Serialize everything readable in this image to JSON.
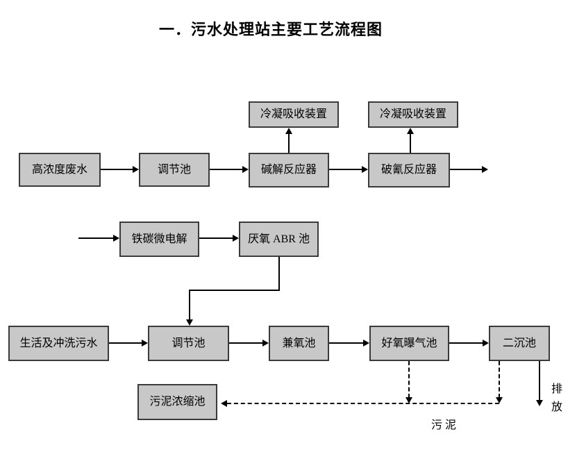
{
  "title": "一．污水处理站主要工艺流程图",
  "colors": {
    "box_fill": "#c8c8c8",
    "box_border": "#3a3a3a",
    "line": "#000000"
  },
  "nodes": {
    "high_concentration_wastewater": "高浓度废水",
    "regulating_tank_top": "调节池",
    "alkaline_hydrolysis_reactor": "碱解反应器",
    "cyanide_breaking_reactor": "破氰反应器",
    "condensation_absorber_left": "冷凝吸收装置",
    "condensation_absorber_right": "冷凝吸收装置",
    "iron_carbon_micro_electrolysis": "铁碳微电解",
    "anaerobic_abr_tank": "厌氧 ABR 池",
    "domestic_and_flushing_sewage": "生活及冲洗污水",
    "regulating_tank_bottom": "调节池",
    "facultative_tank": "兼氧池",
    "aerobic_aeration_tank": "好氧曝气池",
    "secondary_sedimentation_tank": "二沉池",
    "sludge_thickening_tank": "污泥浓缩池"
  },
  "annotations": {
    "discharge": "排放",
    "sludge": "污 泥"
  }
}
